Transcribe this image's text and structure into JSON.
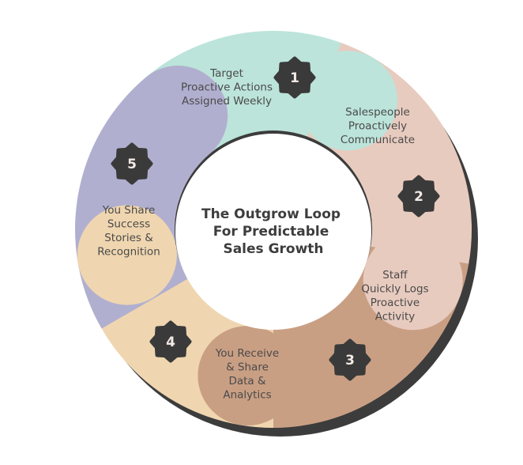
{
  "title": [
    "The Outgrow Loop",
    "For Predictable",
    "Sales Growth"
  ],
  "colors": {
    "shadow": "#3c3c3c",
    "badge": "#3a3a3a",
    "center": "#ffffff",
    "text": "#4a4a4a"
  },
  "steps": [
    {
      "number": "1",
      "lines": [
        "Target",
        "Proactive Actions",
        "Assigned Weekly"
      ],
      "color": "#bce4da"
    },
    {
      "number": "2",
      "lines": [
        "Salespeople",
        "Proactively",
        "Communicate"
      ],
      "color": "#e8cbbf"
    },
    {
      "number": "3",
      "lines": [
        "Staff",
        "Quickly Logs",
        "Proactive",
        "Activity"
      ],
      "color": "#c99f84"
    },
    {
      "number": "4",
      "lines": [
        "You Receive",
        "& Share",
        "Data &",
        "Analytics"
      ],
      "color": "#efd6b0"
    },
    {
      "number": "5",
      "lines": [
        "You Share",
        "Success",
        "Stories &",
        "Recognition"
      ],
      "color": "#b1afcf"
    }
  ]
}
